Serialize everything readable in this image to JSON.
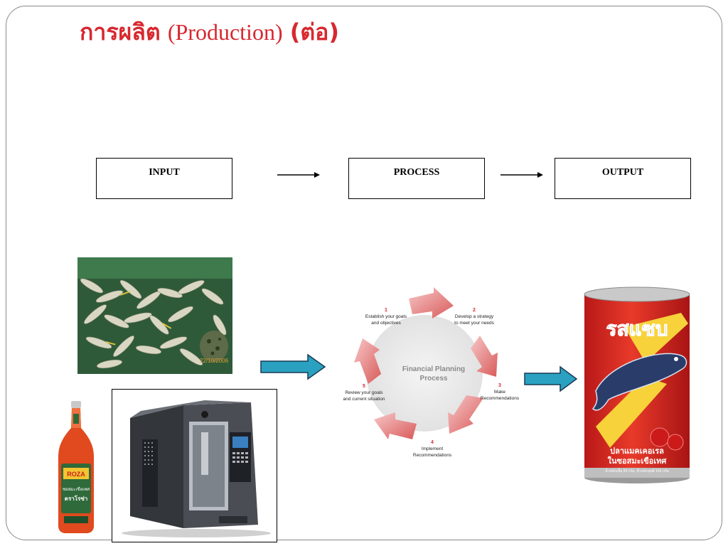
{
  "title": {
    "thai_part1": "การผลิต",
    "latin": "(Production)",
    "thai_part2": "(ต่อ)"
  },
  "flow": {
    "input": "INPUT",
    "process": "PROCESS",
    "output": "OUTPUT"
  },
  "fish_photo": {
    "timestamp": "22/10/2006"
  },
  "sauce_bottle": {
    "brand": "ROZA",
    "label_line1": "ซอสมะเขือเทศ",
    "label_line2": "ตราโรซ่า"
  },
  "cycle": {
    "center_line1": "Financial Planning",
    "center_line2": "Process",
    "steps": [
      {
        "number": "1",
        "line1": "Establish your goals",
        "line2": "and objectives"
      },
      {
        "number": "2",
        "line1": "Develop a strategy",
        "line2": "to meet your needs"
      },
      {
        "number": "3",
        "line1": "Make",
        "line2": "Recommendations"
      },
      {
        "number": "4",
        "line1": "Implement",
        "line2": "Recommendations"
      },
      {
        "number": "5",
        "line1": "Review your goals",
        "line2": "and current situation"
      }
    ]
  },
  "can": {
    "brand": "รสแซบ",
    "label_line1": "ปลาแมคเคอเรล",
    "label_line2": "ในซอสมะเขือเทศ",
    "weight_text": "น้ำหนักเนื้อ 93 กรัม, น้ำหนักสุทธิ 155 กรัม"
  },
  "colors": {
    "title_red": "#d7282f",
    "arrow_teal": "#2aa1c0",
    "cycle_arrow": "#e58080"
  }
}
